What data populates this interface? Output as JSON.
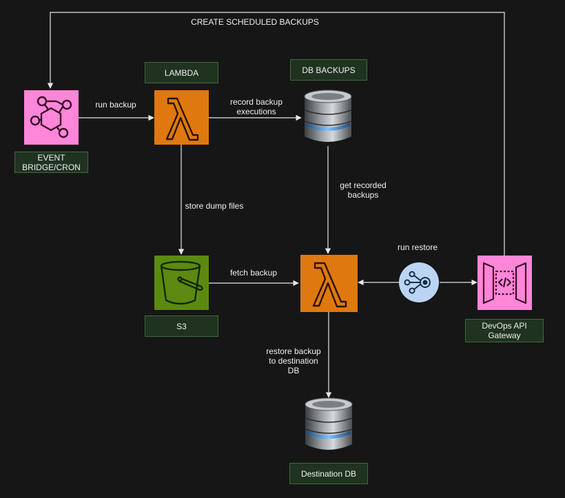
{
  "title": "CREATE SCHEDULED BACKUPS",
  "nodes": {
    "event_bridge": {
      "label": "EVENT\nBRIDGE/CRON",
      "icon": "eventbridge-icon",
      "color": "#ff86d9"
    },
    "lambda_backup": {
      "label": "LAMBDA",
      "icon": "lambda-icon",
      "color": "#e07810"
    },
    "db_backups": {
      "label": "DB BACKUPS",
      "icon": "database-icon"
    },
    "s3": {
      "label": "S3",
      "icon": "bucket-icon",
      "color": "#5b8a10"
    },
    "lambda_restore": {
      "icon": "lambda-icon",
      "color": "#e07810"
    },
    "api_gateway": {
      "label": "DevOps API\nGateway",
      "icon": "api-gateway-icon",
      "color": "#ff86d9"
    },
    "destination_db": {
      "label": "Destination DB",
      "icon": "database-icon"
    },
    "restore_trigger": {
      "icon": "step-function-icon",
      "color": "#bcd4f4"
    }
  },
  "edges": {
    "run_backup": "run backup",
    "record_backup": "record backup\nexecutions",
    "store_dump": "store dump files",
    "get_recorded": "get recorded\nbackups",
    "fetch_backup": "fetch backup",
    "run_restore": "run restore",
    "restore_backup": "restore backup\nto destination\nDB"
  },
  "colors": {
    "background": "#161616",
    "line": "#e6e6e6",
    "label_box": "#1f3320"
  }
}
